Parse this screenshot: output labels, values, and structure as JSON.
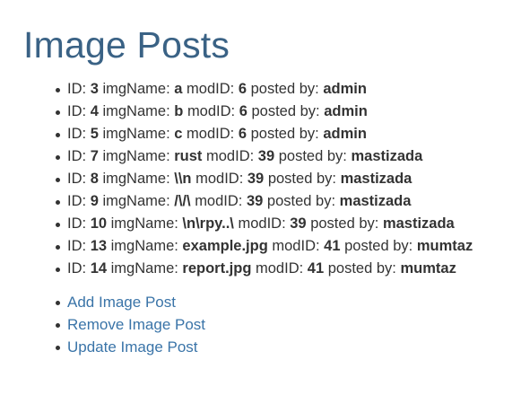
{
  "page": {
    "title": "Image Posts"
  },
  "labels": {
    "id": "ID:",
    "img_name": "imgName:",
    "mod_id": "modID:",
    "posted_by": "posted by:"
  },
  "posts": [
    {
      "id": "3",
      "img_name": "a",
      "mod_id": "6",
      "posted_by": "admin"
    },
    {
      "id": "4",
      "img_name": "b",
      "mod_id": "6",
      "posted_by": "admin"
    },
    {
      "id": "5",
      "img_name": "c",
      "mod_id": "6",
      "posted_by": "admin"
    },
    {
      "id": "7",
      "img_name": "rust",
      "mod_id": "39",
      "posted_by": "mastizada"
    },
    {
      "id": "8",
      "img_name": "\\\\n",
      "mod_id": "39",
      "posted_by": "mastizada"
    },
    {
      "id": "9",
      "img_name": "/\\/\\",
      "mod_id": "39",
      "posted_by": "mastizada"
    },
    {
      "id": "10",
      "img_name": "\\n\\rpy..\\",
      "mod_id": "39",
      "posted_by": "mastizada"
    },
    {
      "id": "13",
      "img_name": "example.jpg",
      "mod_id": "41",
      "posted_by": "mumtaz"
    },
    {
      "id": "14",
      "img_name": "report.jpg",
      "mod_id": "41",
      "posted_by": "mumtaz"
    }
  ],
  "actions": [
    {
      "label": "Add Image Post"
    },
    {
      "label": "Remove Image Post"
    },
    {
      "label": "Update Image Post"
    }
  ]
}
